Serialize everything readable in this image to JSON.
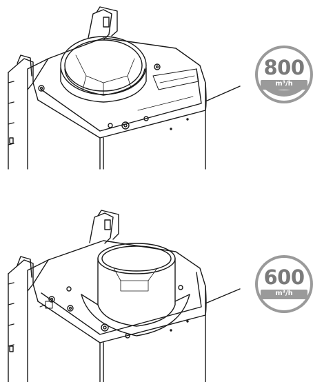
{
  "panels": [
    {
      "airflow_value": "800",
      "airflow_unit": "m³/h",
      "outlet": "wide low collar"
    },
    {
      "airflow_value": "600",
      "airflow_unit": "m³/h",
      "outlet": "tall narrow collar"
    }
  ],
  "colors": {
    "line": "#1a1a1a",
    "badge_ring": "#9a9a9a",
    "badge_fill": "#ffffff",
    "badge_text": "#7a7a7a"
  },
  "icons": [
    "hood-unit-illustration",
    "airflow-badge"
  ]
}
